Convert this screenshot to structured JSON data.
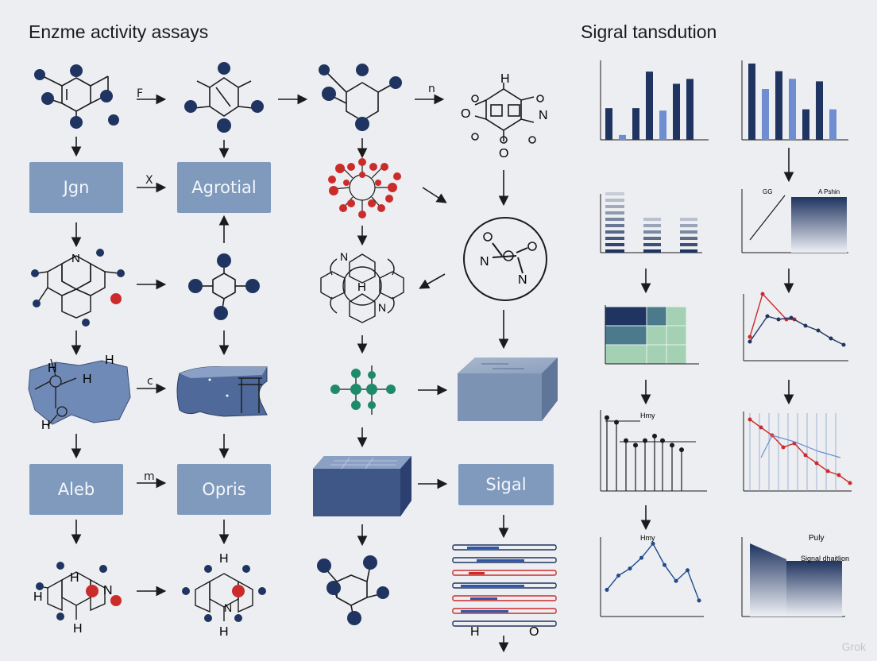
{
  "titles": {
    "left": "Enzme activity assays",
    "right": "Sigral tansdution"
  },
  "boxes": {
    "b1": "Jgn",
    "b2": "Agrotial",
    "b3": "Aleb",
    "b4": "Opris",
    "b5": "Sigal"
  },
  "arrow_labels": {
    "a1": "F",
    "a2": "n",
    "a3": "X",
    "a4": "c",
    "a5": "m"
  },
  "atom_labels": {
    "h": "H",
    "n": "N",
    "o": "O"
  },
  "chart_labels": {
    "c5": "Hmy",
    "c7": "Hmy",
    "c8": "Puly",
    "c8b": "Signal dhaitlion",
    "c4a": "GG",
    "c4b": "A Pshin"
  },
  "colors": {
    "navy": "#1f3460",
    "blue": "#6f8ed1",
    "mid": "#7f9abd",
    "red": "#cc2b2b",
    "green": "#1e8a6a"
  },
  "watermark": "Grok",
  "chart_data": [
    {
      "type": "bar",
      "values": [
        13,
        2,
        13,
        28,
        12,
        23,
        25
      ]
    },
    {
      "type": "bar",
      "values": [
        30,
        20,
        27,
        24,
        12,
        23,
        12
      ]
    },
    {
      "type": "bar",
      "values": [
        5,
        3,
        3
      ]
    },
    {
      "type": "line",
      "values": [
        0,
        0.5,
        1
      ]
    },
    {
      "type": "heatmap",
      "values": [
        [
          3,
          2,
          1
        ],
        [
          2,
          1,
          1
        ],
        [
          1,
          1,
          1
        ]
      ]
    },
    {
      "type": "line",
      "series": [
        {
          "values": [
            1,
            12,
            8,
            7
          ]
        },
        {
          "values": [
            5,
            7,
            8,
            7,
            6,
            5,
            4,
            3
          ]
        }
      ]
    },
    {
      "type": "scatter",
      "values": [
        160,
        150,
        110,
        100,
        110,
        120,
        110,
        100,
        90
      ]
    },
    {
      "type": "line",
      "series": [
        {
          "values": [
            18,
            16,
            14,
            11,
            12,
            9,
            7,
            5,
            4,
            2
          ]
        },
        {
          "values": [
            5,
            10,
            9,
            7,
            6
          ]
        }
      ]
    },
    {
      "type": "line",
      "values": [
        150,
        230,
        270,
        330,
        410,
        290,
        200,
        260,
        90
      ]
    },
    {
      "type": "area",
      "values": [
        20,
        16,
        16
      ]
    }
  ]
}
